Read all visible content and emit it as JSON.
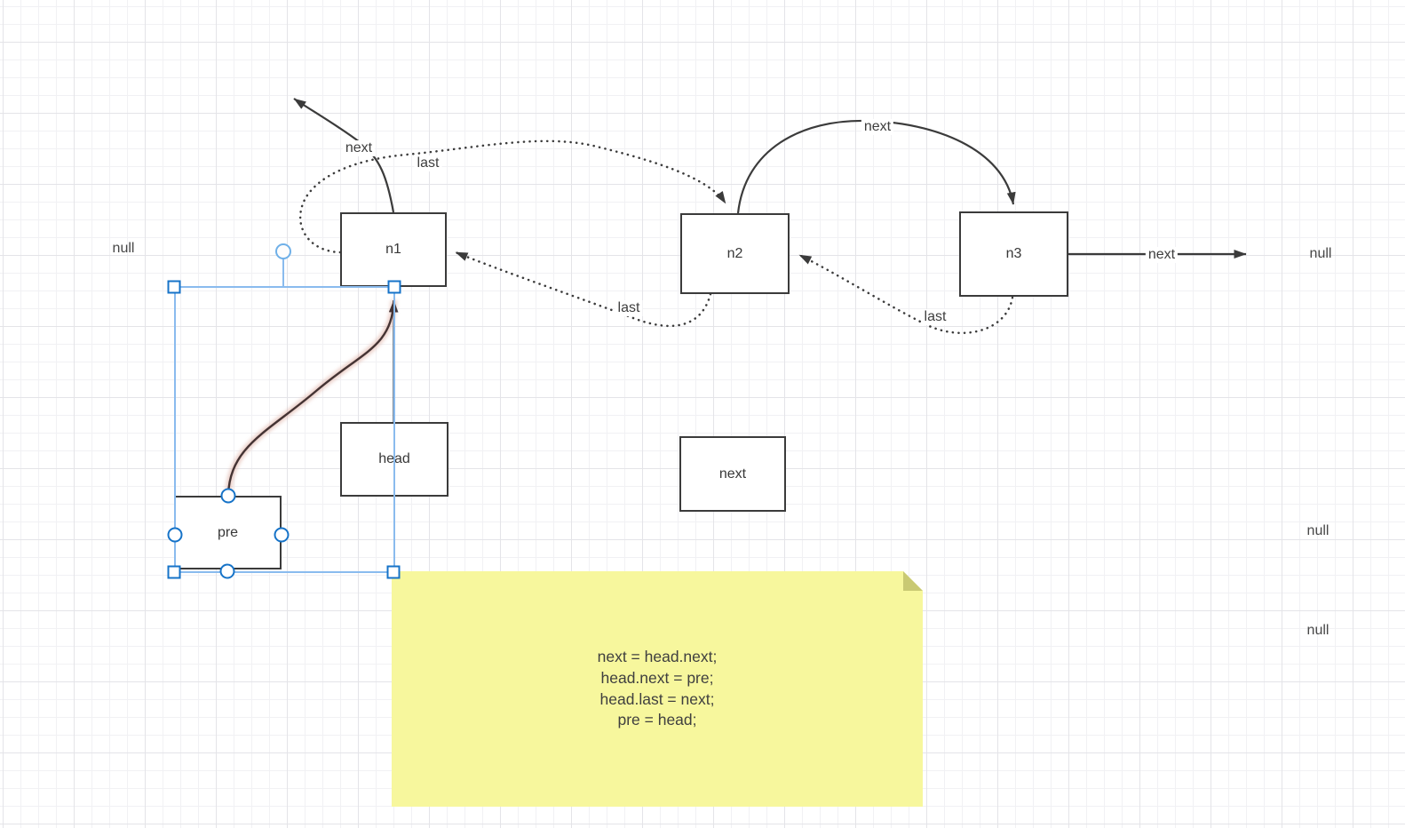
{
  "diagram": {
    "nodes": [
      {
        "id": "n1",
        "label": "n1"
      },
      {
        "id": "n2",
        "label": "n2"
      },
      {
        "id": "n3",
        "label": "n3"
      },
      {
        "id": "head",
        "label": "head"
      },
      {
        "id": "next",
        "label": "next"
      },
      {
        "id": "pre",
        "label": "pre"
      }
    ],
    "edges": [
      {
        "id": "head-to-n1",
        "style": "solid",
        "label": ""
      },
      {
        "id": "pre-to-n1",
        "style": "solid-highlighted",
        "label": ""
      },
      {
        "id": "n1-next",
        "style": "solid",
        "label": "next"
      },
      {
        "id": "n1-last",
        "style": "dotted",
        "label": "last"
      },
      {
        "id": "n2-next",
        "style": "solid",
        "label": "next"
      },
      {
        "id": "n2-last",
        "style": "dotted",
        "label": "last"
      },
      {
        "id": "n3-next",
        "style": "solid",
        "label": "next"
      },
      {
        "id": "n3-last",
        "style": "dotted",
        "label": "last"
      }
    ],
    "null_labels": [
      {
        "id": "left",
        "text": "null"
      },
      {
        "id": "right-top",
        "text": "null"
      },
      {
        "id": "right-middle",
        "text": "null"
      },
      {
        "id": "right-bottom",
        "text": "null"
      }
    ],
    "note": {
      "lines": [
        "next = head.next;",
        "head.next = pre;",
        "head.last = next;",
        "pre = head;"
      ]
    },
    "colors": {
      "node_border": "#3b3b3b",
      "edge": "#3b3b3b",
      "selected_edge_glow": "#dfb3a8",
      "selection_outline": "#8abbee",
      "selection_handle": "#1673c8",
      "note_fill": "#f7f79d",
      "note_fold": "#c9c973"
    }
  }
}
